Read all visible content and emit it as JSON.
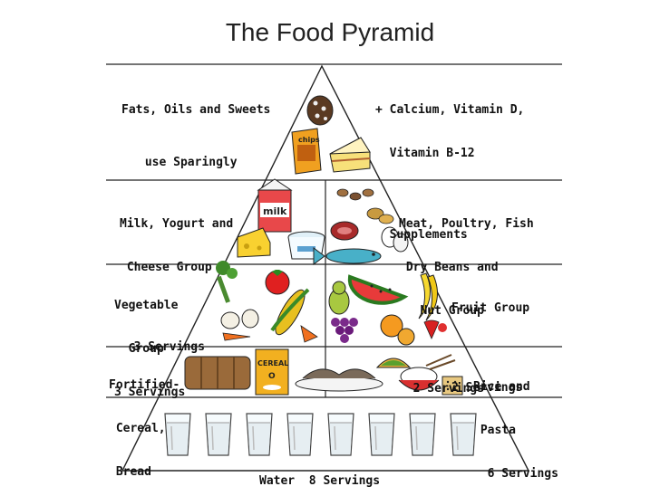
{
  "title": "The Food Pyramid",
  "tiers": [
    {
      "id": "fats",
      "left_lines": [
        "Fats, Oils and Sweets",
        " use Sparingly"
      ],
      "right_lines": [
        "+ Calcium, Vitamin D,",
        "  Vitamin B-12",
        "",
        "  Supplements"
      ],
      "foods": [
        "cookie",
        "chips-bag",
        "cake-slice"
      ],
      "food_text": {
        "chips": "chips"
      }
    },
    {
      "id": "milk-meat",
      "left_lines": [
        "Milk, Yogurt and",
        " Cheese Group",
        "",
        "  3 Servings"
      ],
      "right_lines": [
        "Meat, Poultry, Fish",
        " Dry Beans and",
        "   Nut Group",
        "",
        "  2 Servings"
      ],
      "foods": [
        "milk-carton",
        "cheese",
        "yogurt",
        "nuts",
        "steak",
        "fish",
        "eggs"
      ],
      "food_text": {
        "milk": "milk"
      }
    },
    {
      "id": "veg-fruit",
      "left_lines": [
        "Vegetable",
        "  Group",
        "3 Servings"
      ],
      "right_lines": [
        "Fruit Group",
        "",
        "2 Servings"
      ],
      "foods": [
        "broccoli",
        "tomato",
        "corn",
        "garlic",
        "carrots",
        "pear",
        "watermelon",
        "banana",
        "grapes",
        "orange",
        "strawberry"
      ]
    },
    {
      "id": "grains",
      "left_lines": [
        "Fortified-",
        " Cereal,",
        " Bread"
      ],
      "right_lines": [
        "Rice and",
        " Pasta",
        "  6 Servings"
      ],
      "foods": [
        "bread-loaf",
        "cereal-box",
        "pasta-plate",
        "taco",
        "rice-bowl",
        "crackers"
      ],
      "food_text": {
        "cereal": "CEREAL",
        "cereal_o": "O"
      }
    },
    {
      "id": "water",
      "bottom_label": "Water  8 Servings",
      "glass_count": 8
    }
  ]
}
